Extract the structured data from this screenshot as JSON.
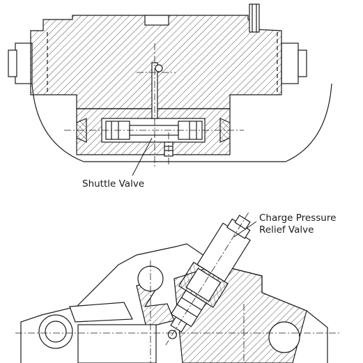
{
  "labels": {
    "shuttle_valve": "Shuttle Valve",
    "charge_pressure_line1": "Charge Pressure",
    "charge_pressure_line2": "Relief Valve"
  },
  "colors": {
    "line": "#1a1a1a",
    "hatch": "#3a3a3a",
    "background": "#ffffff"
  }
}
